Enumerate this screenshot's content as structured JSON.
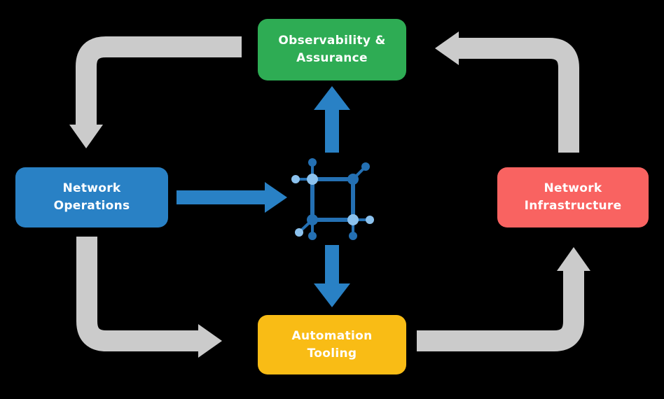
{
  "canvas": {
    "background": "#000000"
  },
  "diagram": {
    "nodes": [
      {
        "id": "observability-assurance",
        "label": "Observability &\nAssurance",
        "color": "#2eac54"
      },
      {
        "id": "network-operations",
        "label": "Network\nOperations",
        "color": "#2981c5"
      },
      {
        "id": "network-infrastructure",
        "label": "Network\nInfrastructure",
        "color": "#f96361"
      },
      {
        "id": "automation-tooling",
        "label": "Automation\nTooling",
        "color": "#f9bc15"
      }
    ],
    "center_icon": "network-hub-icon",
    "colors": {
      "cycle_arrow": "#cbcbcb",
      "hub_arrow": "#2981c5",
      "icon_primary": "#2470b3",
      "icon_light": "#8cc2ee"
    },
    "edges": {
      "outer_cycle": [
        "observability-assurance -> network-operations",
        "network-operations -> automation-tooling",
        "automation-tooling -> network-infrastructure",
        "network-infrastructure -> observability-assurance"
      ],
      "hub_links": [
        "network-operations -> hub",
        "hub -> observability-assurance",
        "hub -> automation-tooling"
      ]
    }
  }
}
